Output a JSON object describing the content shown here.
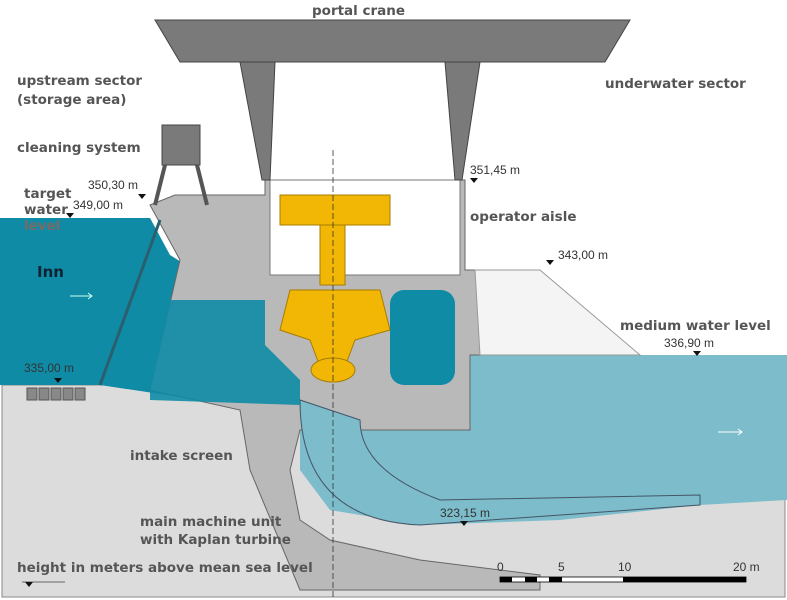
{
  "labels": {
    "portal_crane": "portal crane",
    "upstream_sector": "upstream sector",
    "storage_area": "(storage area)",
    "underwater_sector": "underwater sector",
    "cleaning_system": "cleaning system",
    "target_water_1": "target",
    "target_water_2": "water",
    "target_water_3": "level",
    "inn": "Inn",
    "operator_aisle": "operator aisle",
    "medium_water_level": "medium water level",
    "intake_screen": "intake screen",
    "main_machine_1": "main machine unit",
    "main_machine_2": "with Kaplan turbine",
    "height_legend": "height in meters above mean sea level"
  },
  "elevations": {
    "e350": "350,30 m",
    "e349": "349,00 m",
    "e351": "351,45 m",
    "e343": "343,00 m",
    "e336": "336,90 m",
    "e335": "335,00 m",
    "e323": "323,15 m"
  },
  "scale_bar": {
    "t0": "0",
    "t5": "5",
    "t10": "10",
    "t20": "20 m"
  },
  "colors": {
    "upstream_water": "#0f8ba6",
    "downstream_water": "#7dbccb",
    "concrete": "#b9b9b9",
    "turbine": "#f2b705"
  }
}
